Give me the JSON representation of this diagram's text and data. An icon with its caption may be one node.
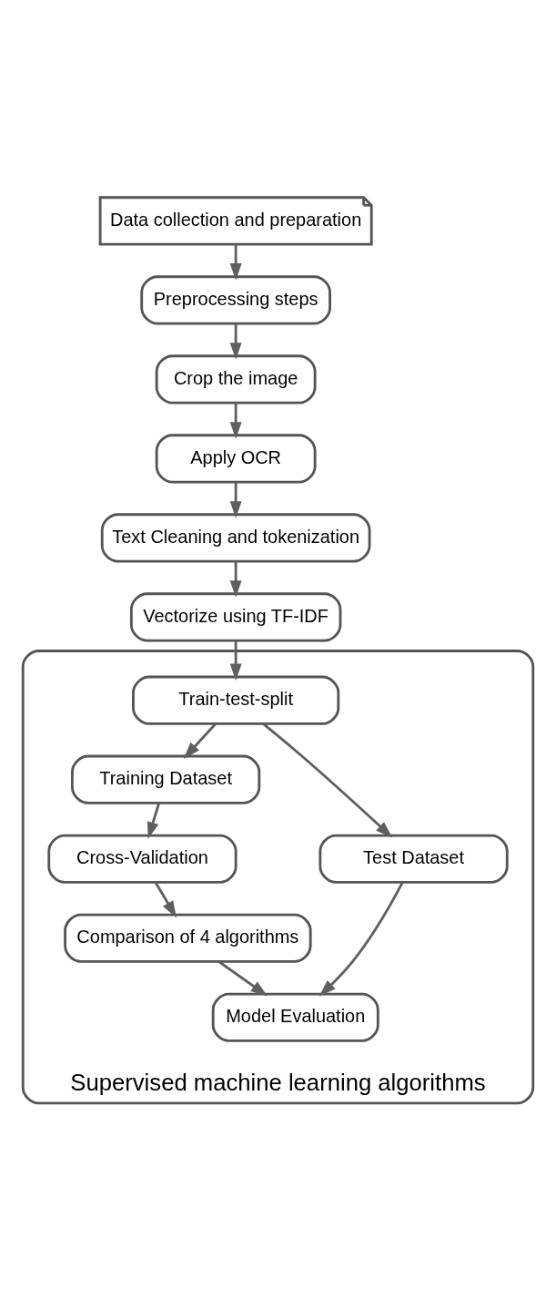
{
  "diagram": {
    "nodes": [
      {
        "text": [
          "Data collection and preparation"
        ]
      },
      {
        "text": [
          "Preprocessing steps"
        ]
      },
      {
        "text": [
          "Crop the image"
        ]
      },
      {
        "text": [
          "Apply OCR"
        ]
      },
      {
        "text": [
          "Text Cleaning and tokenization"
        ]
      },
      {
        "text": [
          "Vectorize using TF-IDF"
        ]
      },
      {
        "text": [
          "Supervised machine learning algorithms"
        ]
      },
      {
        "text": [
          "Train-test-split"
        ],
        "in": 6
      },
      {
        "text": [
          "Training Dataset"
        ],
        "in": 6
      },
      {
        "text": [
          "Test Dataset"
        ],
        "in": 6
      },
      {
        "text": [
          "Cross-Validation"
        ],
        "in": 6
      },
      {
        "text": [
          "Comparison of 4 algorithms"
        ],
        "in": 6
      },
      {
        "text": [
          "Model Evaluation"
        ],
        "in": 6
      }
    ],
    "edges": [
      {
        "from": 0,
        "to": 1,
        "arrow": "to"
      },
      {
        "from": 1,
        "to": 2,
        "arrow": "to"
      },
      {
        "from": 2,
        "to": 3,
        "arrow": "to"
      },
      {
        "from": 3,
        "to": 4,
        "arrow": "to"
      },
      {
        "from": 4,
        "to": 5,
        "arrow": "to"
      },
      {
        "from": 5,
        "to": 7,
        "arrow": "to"
      },
      {
        "from": 7,
        "to": 8,
        "arrow": "to"
      },
      {
        "from": 7,
        "to": 9,
        "arrow": "to"
      },
      {
        "from": 8,
        "to": 10,
        "arrow": "to"
      },
      {
        "from": 10,
        "to": 11,
        "arrow": "to"
      },
      {
        "from": 11,
        "to": 12,
        "arrow": "to"
      },
      {
        "from": 9,
        "to": 12,
        "arrow": "to"
      }
    ]
  }
}
